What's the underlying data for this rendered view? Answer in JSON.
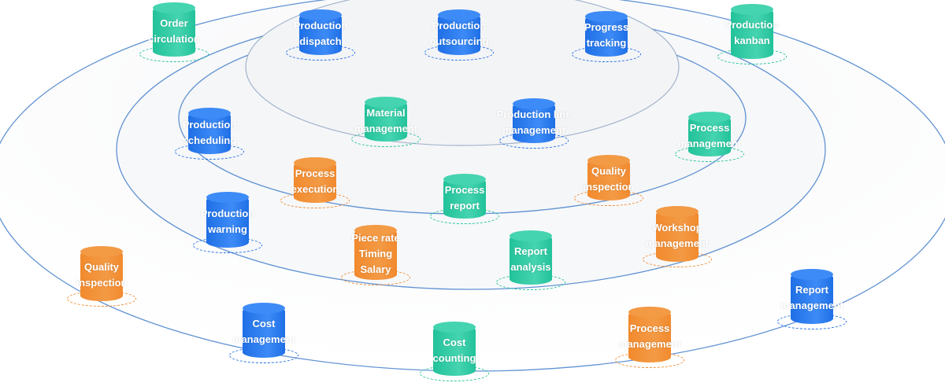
{
  "colors": {
    "blue": "#2f7bf0",
    "green": "#2ec9a3",
    "orange": "#f28a2e",
    "ring_line": "#3a78c8"
  },
  "nodes": [
    {
      "label": [
        "Order",
        "circulation"
      ],
      "color": "green"
    },
    {
      "label": [
        "Production",
        "dispatch"
      ],
      "color": "blue"
    },
    {
      "label": [
        "Production",
        "outsourcing"
      ],
      "color": "blue"
    },
    {
      "label": [
        "Progress",
        "tracking"
      ],
      "color": "blue"
    },
    {
      "label": [
        "Production",
        "kanban"
      ],
      "color": "green"
    },
    {
      "label": [
        "Production",
        "scheduling"
      ],
      "color": "blue"
    },
    {
      "label": [
        "Material",
        "management"
      ],
      "color": "green"
    },
    {
      "label": [
        "Production line",
        "management"
      ],
      "color": "blue"
    },
    {
      "label": [
        "Process",
        "management"
      ],
      "color": "green"
    },
    {
      "label": [
        "Process",
        "execution"
      ],
      "color": "orange"
    },
    {
      "label": [
        "Process",
        "report"
      ],
      "color": "green"
    },
    {
      "label": [
        "Quality",
        "inspection"
      ],
      "color": "orange"
    },
    {
      "label": [
        "Production",
        "warning"
      ],
      "color": "blue"
    },
    {
      "label": [
        "Piece rate",
        "Timing",
        "Salary"
      ],
      "color": "orange"
    },
    {
      "label": [
        "Report",
        "analysis"
      ],
      "color": "green"
    },
    {
      "label": [
        "Workshop",
        "management"
      ],
      "color": "orange"
    },
    {
      "label": [
        "Quality",
        "inspection"
      ],
      "color": "orange"
    },
    {
      "label": [
        "Cost",
        "management"
      ],
      "color": "blue"
    },
    {
      "label": [
        "Cost",
        "counting"
      ],
      "color": "green"
    },
    {
      "label": [
        "Process",
        "management"
      ],
      "color": "orange"
    },
    {
      "label": [
        "Report",
        "management"
      ],
      "color": "blue"
    }
  ]
}
